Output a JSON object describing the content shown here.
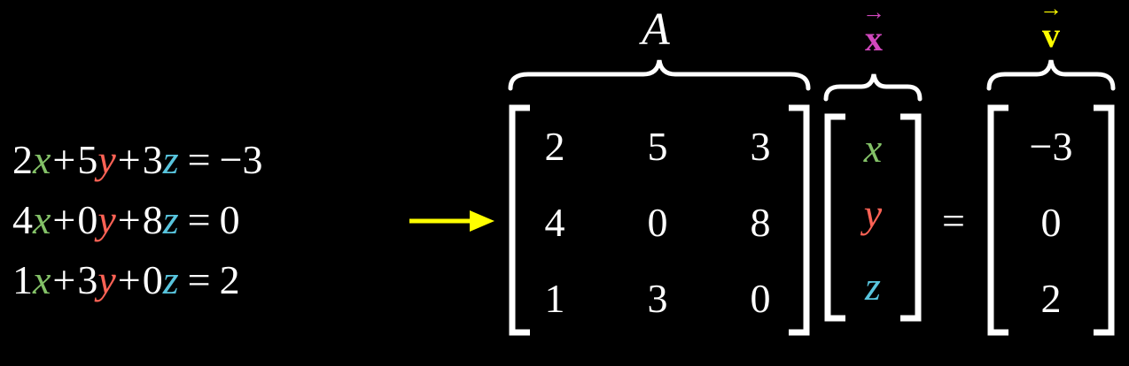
{
  "colors": {
    "background": "#000000",
    "text": "#ffffff",
    "x": "#83c167",
    "y": "#fc6255",
    "z": "#58c4dd",
    "vec_x": "#d147bd",
    "vec_v": "#ffff00",
    "arrow": "#ffff00"
  },
  "equations": [
    {
      "c1": "2",
      "v1": "x",
      "p1": "+",
      "c2": "5",
      "v2": "y",
      "p2": "+",
      "c3": "3",
      "v3": "z",
      "eq": "=",
      "rhs": "−3"
    },
    {
      "c1": "4",
      "v1": "x",
      "p1": "+",
      "c2": "0",
      "v2": "y",
      "p2": "+",
      "c3": "8",
      "v3": "z",
      "eq": "=",
      "rhs": "0"
    },
    {
      "c1": "1",
      "v1": "x",
      "p1": "+",
      "c2": "3",
      "v2": "y",
      "p2": "+",
      "c3": "0",
      "v3": "z",
      "eq": "=",
      "rhs": "2"
    }
  ],
  "matrix_A": {
    "label": "A",
    "rows": [
      [
        "2",
        "5",
        "3"
      ],
      [
        "4",
        "0",
        "8"
      ],
      [
        "1",
        "3",
        "0"
      ]
    ]
  },
  "vector_x": {
    "label_letter": "x",
    "label_arrow": "→",
    "entries": [
      "x",
      "y",
      "z"
    ]
  },
  "equals_sign": "=",
  "vector_v": {
    "label_letter": "v",
    "label_arrow": "→",
    "entries": [
      "−3",
      "0",
      "2"
    ]
  },
  "icons": {
    "arrow": "right-arrow-icon"
  }
}
